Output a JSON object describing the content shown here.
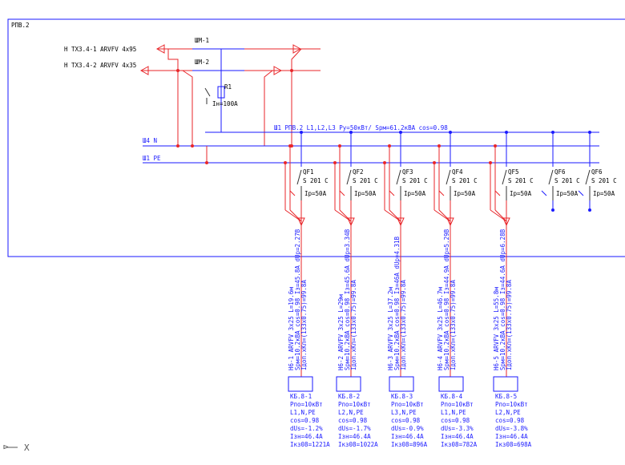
{
  "panel_label": "РПВ.2",
  "inputs": [
    {
      "label": "Н ТХ3.4-1 ARVFV 4х95"
    },
    {
      "label": "Н ТХ3.4-2 ARVFV 4х35"
    }
  ],
  "shm_labels": [
    "ШМ-1",
    "ШМ-2"
  ],
  "resistor": {
    "label": "R1",
    "value": "Iн=100А"
  },
  "bus": {
    "main_label": "Ш1  РПВ.2  L1,L2,L3  Ру=50кВт/  Sрм=61.2кВА cos=0.98",
    "n_label": "Ш4  N",
    "pe_label": "Ш1  PE"
  },
  "breakers": [
    {
      "name": "QF1",
      "type": "S 201 C",
      "rating": "Iр=50А"
    },
    {
      "name": "QF2",
      "type": "S 201 C",
      "rating": "Iр=50А"
    },
    {
      "name": "QF3",
      "type": "S 201 C",
      "rating": "Iр=50А"
    },
    {
      "name": "QF4",
      "type": "S 201 C",
      "rating": "Iр=50А"
    },
    {
      "name": "QF5",
      "type": "S 201 C",
      "rating": "Iр=50А"
    },
    {
      "name": "QF6",
      "type": "S 201 C",
      "rating": "Iр=50А"
    },
    {
      "name": "QF6",
      "type": "S 201 C",
      "rating": "Iр=50А"
    }
  ],
  "feeders": [
    {
      "cable": [
        "Н6-1  ARVFV  3х25  L=19.6м",
        "Sрм=10.2кВА  cos=0.98 Iз=45.8А dUр=2.27В",
        "Iдоп.хКп=(133х0.75)=99.8А"
      ],
      "box": [
        "КБ.8-1",
        "Рпо=10кВт",
        "L1,N,PE",
        "cos=0.98",
        "dUs=-1.2%",
        "Iзн=46.4А",
        "Iкз08=1221А"
      ]
    },
    {
      "cable": [
        "Н6-2  ARVFV  3х25  L=29м",
        "Sрм=10.2кВА  cos=0.98 Iз=45.6А dUр=3.34В",
        "Iдоп.хКп=(133х0.75)=99.8А"
      ],
      "box": [
        "КБ.8-2",
        "Рпо=10кВт",
        "L2,N,PE",
        "cos=0.98",
        "dUs=-1.7%",
        "Iзн=46.4А",
        "Iкз08=1022А"
      ]
    },
    {
      "cable": [
        "Н6-3  ARVFV  3х25  L=37.2м",
        "Sрм=10.2кВА  cos=0.98 Iз=46А dUр=4.31В",
        "Iдоп.хКп=(133х0.75)=99.8А"
      ],
      "box": [
        "КБ.8-3",
        "Рпо=10кВт",
        "L3,N,PE",
        "cos=0.98",
        "dUs=-0.9%",
        "Iзн=46.4А",
        "Iкз08=896А"
      ]
    },
    {
      "cable": [
        "Н6-4  ARVFV  3х25  L=46.7м",
        "Sрм=10.2кВА  cos=0.98 Iз=44.9А dUр=5.29В",
        "Iдоп.хКп=(133х0.75)=99.8А"
      ],
      "box": [
        "КБ.8-4",
        "Рпо=10кВт",
        "L1,N,PE",
        "cos=0.98",
        "dUs=-3.3%",
        "Iзн=46.4А",
        "Iкз08=782А"
      ]
    },
    {
      "cable": [
        "Н6-5  ARVFV  3х25  L=55.8м",
        "Sрм=10.2кВА  cos=0.98 Iз=44.6А dUр=6.28В",
        "Iдоп.хКп=(133х0.75)=99.8А"
      ],
      "box": [
        "КБ.8-5",
        "Рпо=10кВт",
        "L2,N,PE",
        "cos=0.98",
        "dUs=-3.8%",
        "Iзн=46.4А",
        "Iкз08=698А"
      ]
    }
  ],
  "ucs_label": "X"
}
